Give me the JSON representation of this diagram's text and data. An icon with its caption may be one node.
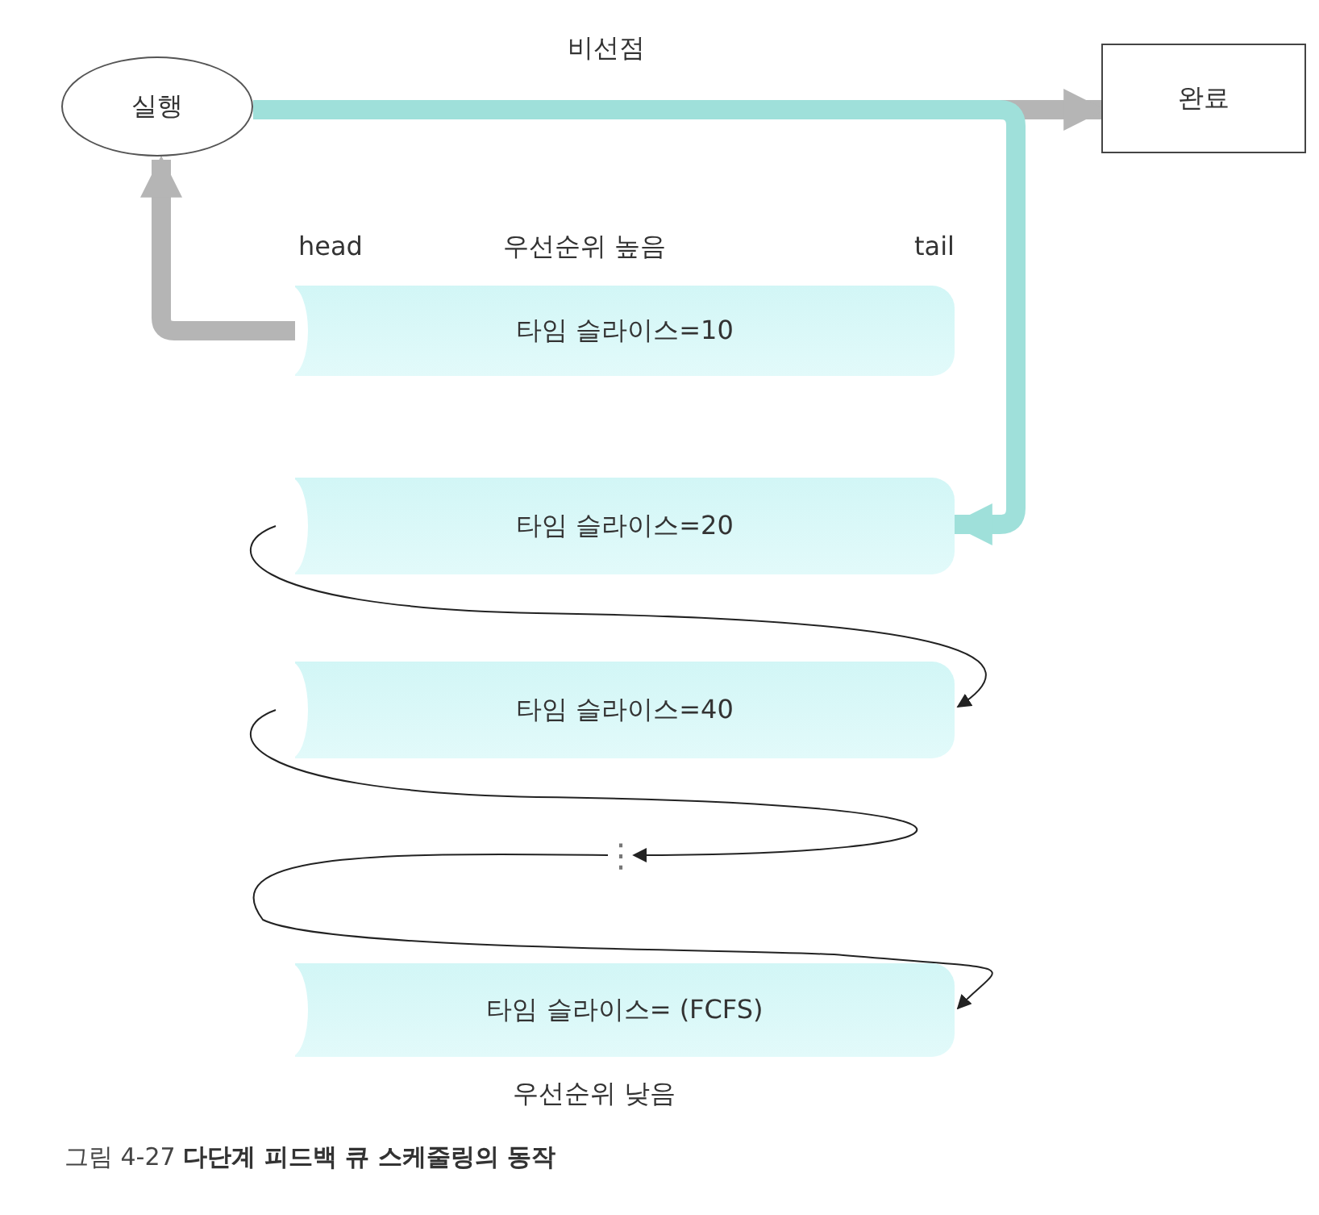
{
  "diagram": {
    "caption": "그림 4-27 **다단계 피드백 큐 스케줄링의 동작**",
    "nodes": [
      {
        "text": [
          "실행"
        ]
      },
      {
        "text": [
          "완료"
        ]
      },
      {
        "text": [
          "타임 슬라이스=10"
        ]
      },
      {
        "text": [
          "타임 슬라이스=20"
        ]
      },
      {
        "text": [
          "타임 슬라이스=40"
        ]
      },
      {
        "text": [
          "⋮"
        ]
      },
      {
        "text": [
          "타임 슬라이스= (FCFS)"
        ]
      }
    ],
    "edges": [
      {
        "from": 2,
        "to": 0,
        "arrow": "to",
        "style": "thick",
        "color": "#b5b5b5"
      },
      {
        "from": 0,
        "to": 1,
        "arrow": "to",
        "label": "비선점",
        "style": "thick",
        "color": "#b5b5b5"
      },
      {
        "from": 0,
        "to": 3,
        "arrow": "to",
        "style": "thick",
        "color": "#9fe0da"
      },
      {
        "from": 3,
        "to": 4,
        "arrow": "to"
      },
      {
        "from": 4,
        "to": 5,
        "arrow": "to"
      },
      {
        "from": 5,
        "to": 6,
        "arrow": "to"
      }
    ],
    "labels": [
      "head",
      "우선순위 높음",
      "tail",
      "우선순위 낮음"
    ]
  }
}
